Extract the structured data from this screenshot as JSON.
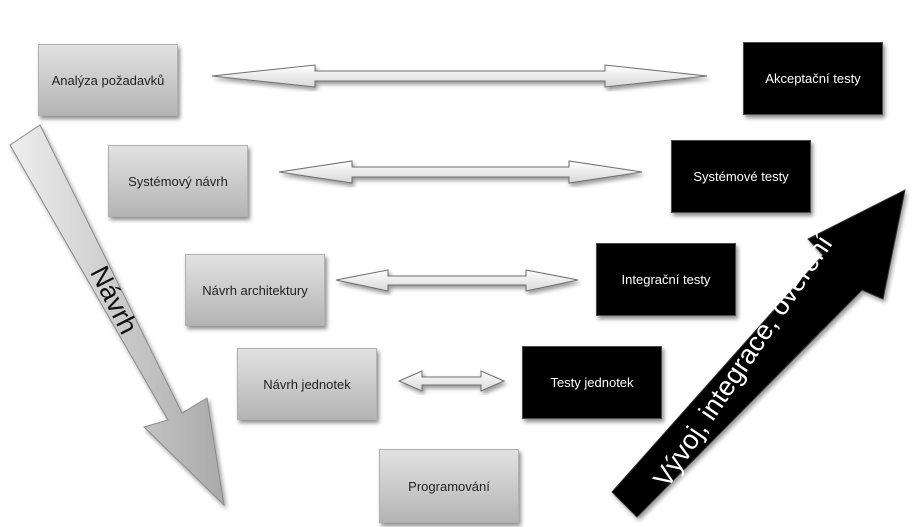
{
  "left_boxes": [
    {
      "label": "Analýza požadavků"
    },
    {
      "label": "Systémový návrh"
    },
    {
      "label": "Návrh architektury"
    },
    {
      "label": "Návrh jednotek"
    }
  ],
  "bottom_box": {
    "label": "Programování"
  },
  "right_boxes": [
    {
      "label": "Akceptační testy"
    },
    {
      "label": "Systémové testy"
    },
    {
      "label": "Integrační testy"
    },
    {
      "label": "Testy jednotek"
    }
  ],
  "down_arrow": {
    "label": "Návrh"
  },
  "up_arrow": {
    "label": "Vývoj, integrace, ověření"
  },
  "colors": {
    "gray_box": "#c8c8c8",
    "black_box": "#000000",
    "down_arrow": "#c8c8c8",
    "up_arrow": "#000000"
  }
}
